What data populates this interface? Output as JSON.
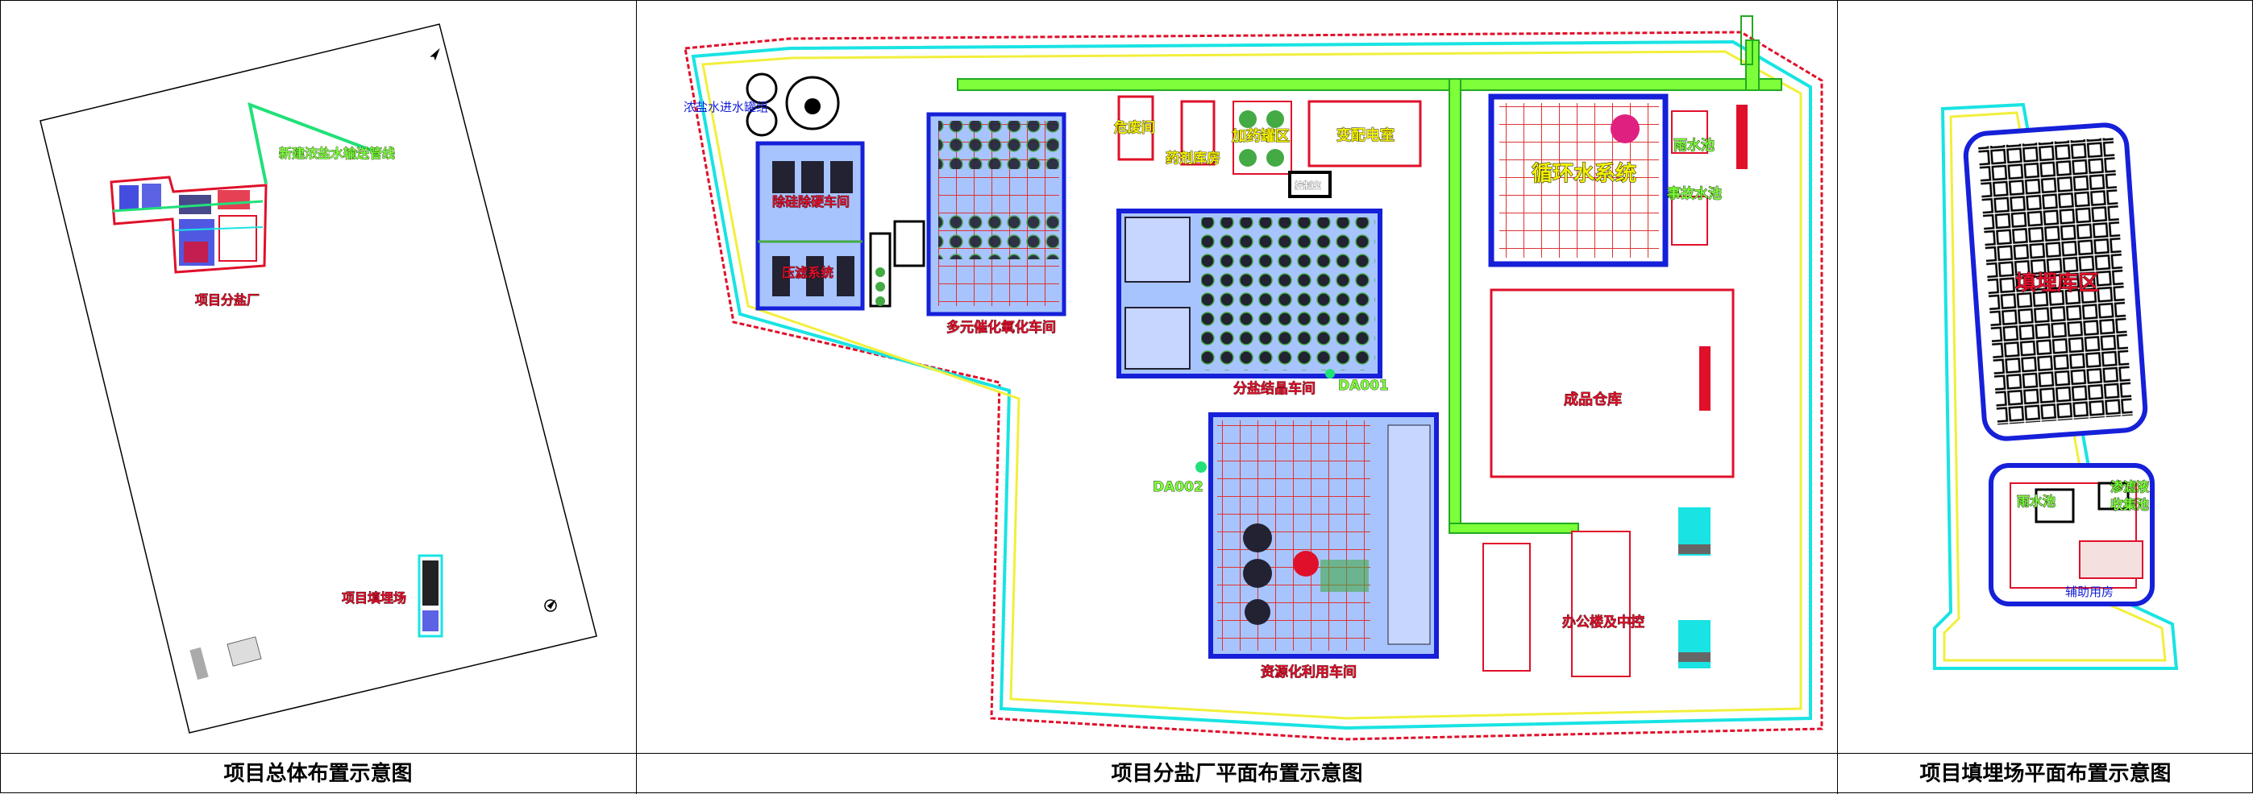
{
  "panels": {
    "overall": {
      "labels": {
        "pipeline": "新建浓盐水输送管线",
        "salt_plant": "项目分盐厂",
        "landfill": "项目填埋场"
      }
    },
    "salt_plant": {
      "labels": {
        "brine_tanks": "浓盐水进水罐组",
        "softening": "除硅除硬车间",
        "filter": "压滤系统",
        "catalytic": "多元催化氧化车间",
        "hazwaste": "危废间",
        "chem_store": "药剂库房",
        "dosing": "加药罐区",
        "substation": "变配电室",
        "control": "控制室",
        "cooling": "循环水系统",
        "rain_pool": "雨水池",
        "accident_pool": "事故水池",
        "crystallization": "分盐结晶车间",
        "da001": "DA001",
        "da002": "DA002",
        "product_store": "成品仓库",
        "resource": "资源化利用车间",
        "office": "办公楼及中控"
      }
    },
    "landfill": {
      "labels": {
        "landfill_zone": "填埋库区",
        "rain_pool": "雨水池",
        "leachate_pool_1": "渗滤液",
        "leachate_pool_2": "收集池",
        "aux_room": "辅助用房"
      }
    }
  },
  "captions": {
    "overall": "项目总体布置示意图",
    "salt_plant": "项目分盐厂平面布置示意图",
    "landfill": "项目填埋场平面布置示意图"
  },
  "colors": {
    "red_label": "#e0102a",
    "green_label": "#7dff3a",
    "yellow_label": "#f4f000",
    "cyan": "#19e3e3",
    "blue": "#1620d8",
    "road_yellow": "#f2ef3b"
  }
}
